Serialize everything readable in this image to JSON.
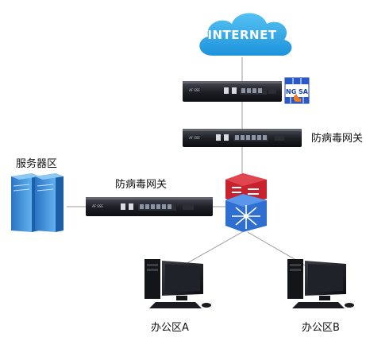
{
  "internet": {
    "label": "INTERNET",
    "icon": "cloud-icon",
    "color": "#2aa7e8"
  },
  "firewall": {
    "label": "NG SA",
    "icon": "firewall-brick-icon"
  },
  "devices": [
    {
      "name": "top-appliance",
      "icon": "rack-appliance-icon"
    },
    {
      "name": "middle-appliance",
      "icon": "rack-appliance-icon"
    },
    {
      "name": "left-appliance",
      "icon": "rack-appliance-icon"
    }
  ],
  "labels": {
    "antivirus_gateway_right": "防病毒网关",
    "antivirus_gateway_left": "防病毒网关",
    "server_zone": "服务器区",
    "office_a": "办公区A",
    "office_b": "办公区B"
  },
  "core_switch": {
    "icon": "core-switch-icon",
    "top_color": "#c8232c",
    "bottom_color": "#2f6fd1"
  },
  "servers": {
    "icon": "server-cluster-icon",
    "color": "#3a8fd6"
  },
  "workstations": [
    {
      "name": "office-a-pc",
      "icon": "desktop-computer-icon"
    },
    {
      "name": "office-b-pc",
      "icon": "desktop-computer-icon"
    }
  ],
  "link_color": "#9a9a9a"
}
